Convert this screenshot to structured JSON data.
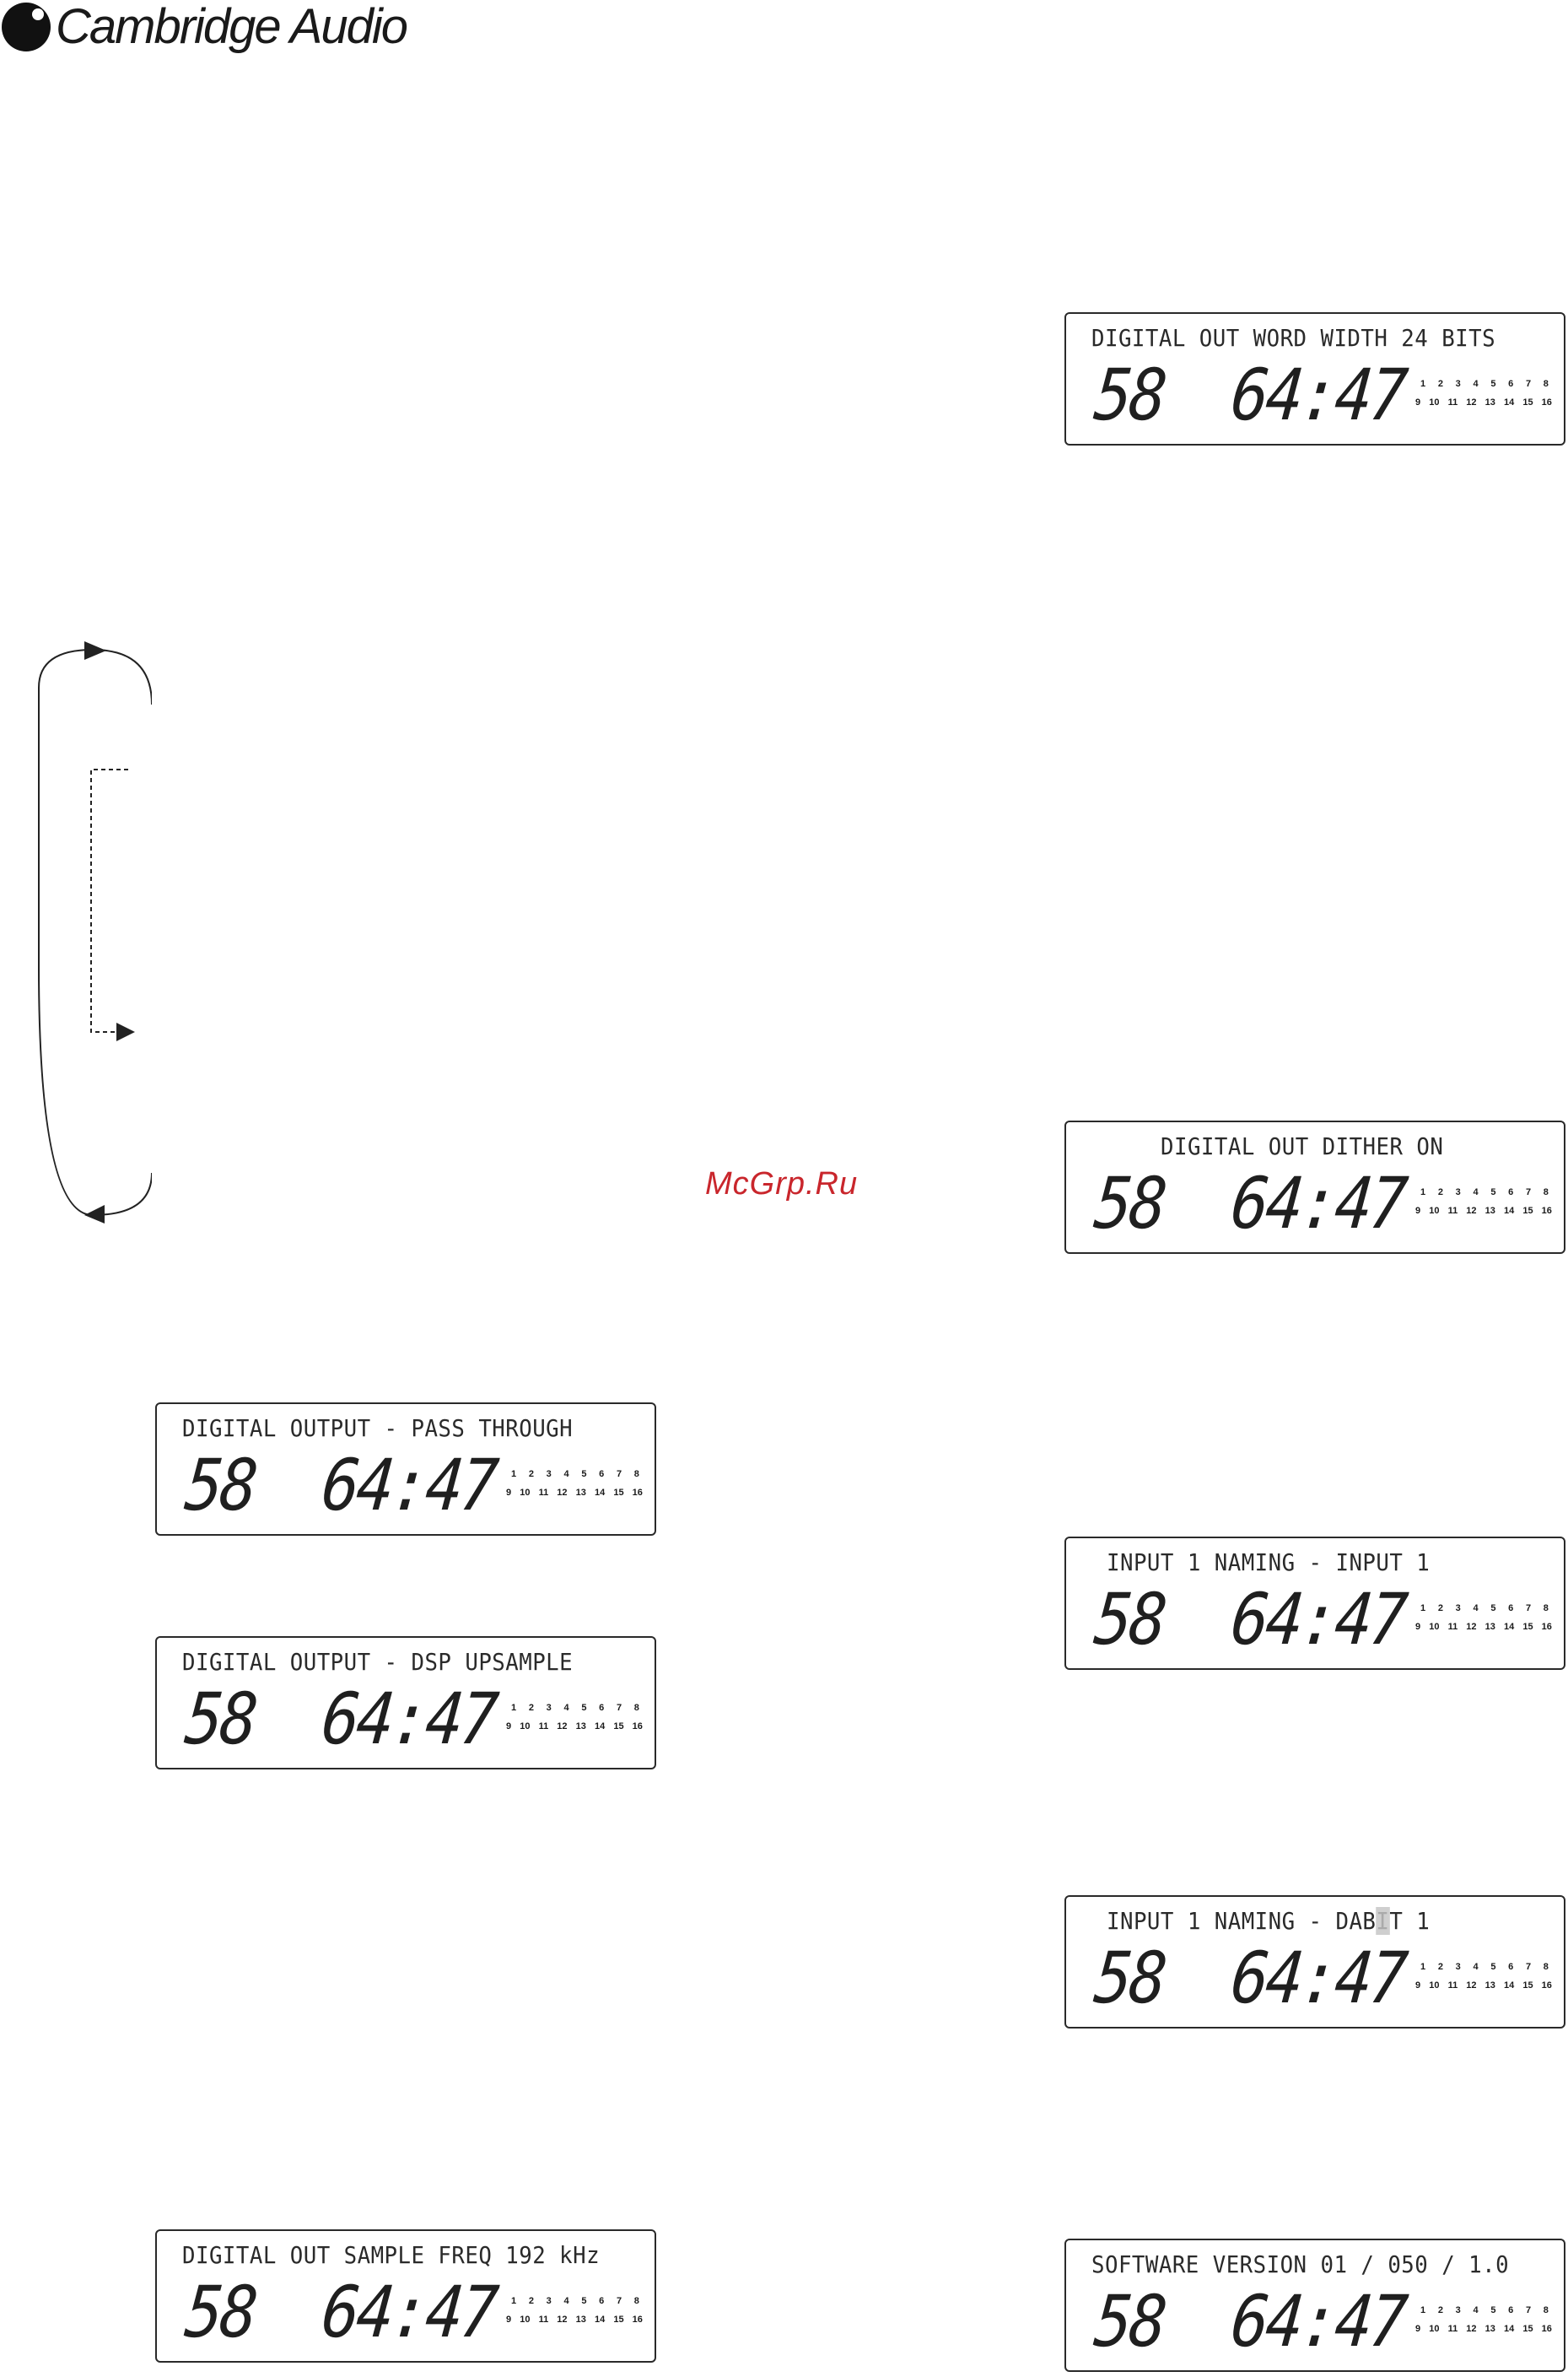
{
  "brand": {
    "name": "Cambridge Audio"
  },
  "watermark": "McGrp.Ru",
  "lcd_common": {
    "track": "58",
    "time": "64:47",
    "track_numbers_row1": [
      "1",
      "2",
      "3",
      "4",
      "5",
      "6",
      "7",
      "8"
    ],
    "track_numbers_row2": [
      "9",
      "10",
      "11",
      "12",
      "13",
      "14",
      "15",
      "16"
    ]
  },
  "displays": {
    "passthrough": {
      "line": "DIGITAL OUTPUT - PASS THROUGH"
    },
    "dsp_upsample": {
      "line": "DIGITAL OUTPUT - DSP UPSAMPLE"
    },
    "sample_freq": {
      "line": "DIGITAL OUT SAMPLE FREQ 192 kHz"
    },
    "word_width": {
      "line": "DIGITAL OUT WORD WIDTH 24 BITS"
    },
    "dither": {
      "line": "DIGITAL OUT DITHER ON"
    },
    "input_naming_1": {
      "line": "INPUT 1 NAMING - INPUT 1"
    },
    "input_naming_2": {
      "prefix": "INPUT 1 NAMING - DAB",
      "cursor_char": "I",
      "suffix": "T 1"
    },
    "software_version": {
      "line": "SOFTWARE VERSION 01 / 050 / 1.0"
    }
  },
  "colors": {
    "watermark": "#c9262c",
    "lcd_border": "#2a2a2a"
  }
}
